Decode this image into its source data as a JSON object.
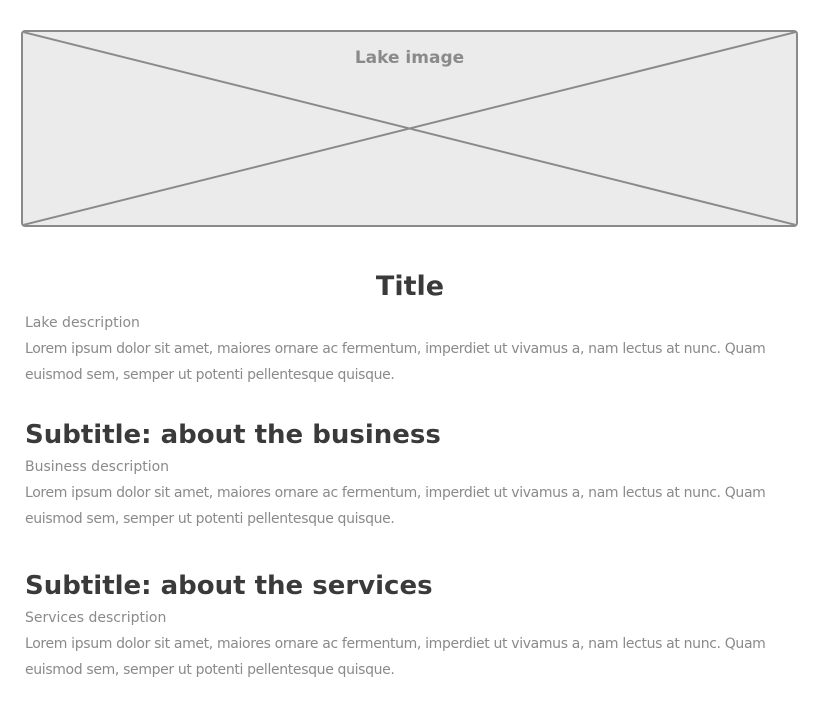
{
  "hero": {
    "label": "Lake image"
  },
  "page": {
    "title": "Title"
  },
  "lake": {
    "description_label": "Lake description",
    "body": "Lorem ipsum dolor sit amet, maiores ornare ac fermentum, imperdiet ut vivamus a, nam lectus at nunc. Quam euismod sem, semper ut potenti pellentesque quisque."
  },
  "business": {
    "subtitle": "Subtitle: about the business",
    "description_label": "Business description",
    "body": "Lorem ipsum dolor sit amet, maiores ornare ac fermentum, imperdiet ut vivamus a, nam lectus at nunc. Quam euismod sem, semper ut potenti pellentesque quisque."
  },
  "services": {
    "subtitle": "Subtitle: about the services",
    "description_label": "Services description",
    "body": "Lorem ipsum dolor sit amet, maiores ornare ac fermentum, imperdiet ut vivamus a, nam lectus at nunc. Quam euismod sem, semper ut potenti pellentesque quisque."
  }
}
